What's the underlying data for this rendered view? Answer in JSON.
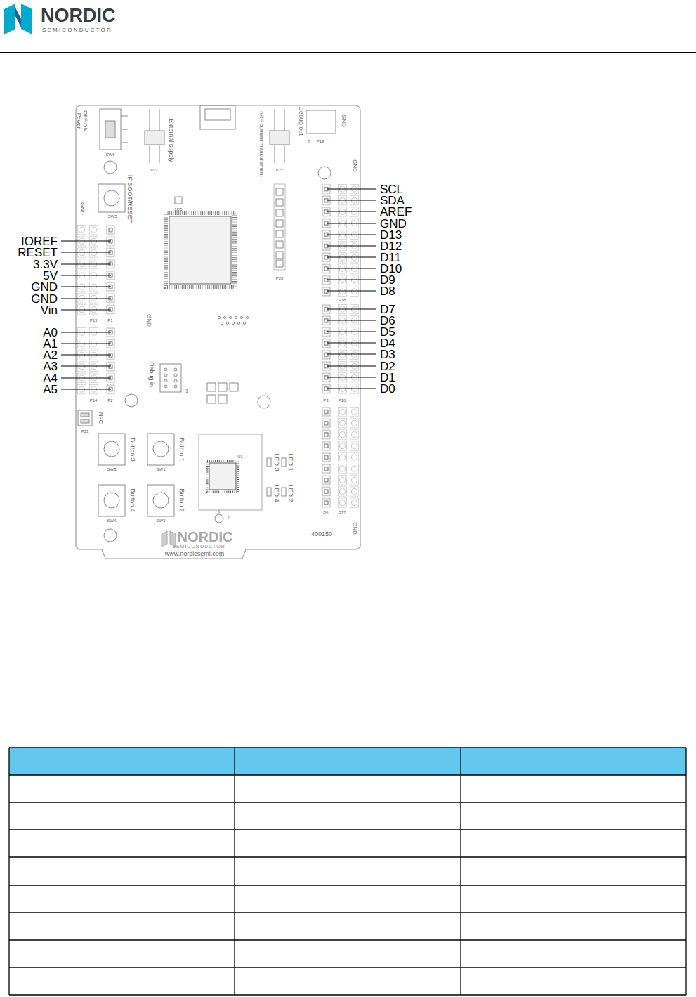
{
  "diagram": {
    "labels": [
      "NORDIC",
      "SEMICONDUCTOR",
      "SCL",
      "SDA",
      "AREF",
      "GND",
      "D13",
      "D12",
      "D11",
      "D10",
      "D9",
      "D8",
      "D7",
      "D6",
      "D5",
      "D4",
      "D3",
      "D2",
      "D1",
      "D0",
      "IOREF",
      "RESET",
      "3.3V",
      "5V",
      "GND",
      "GND",
      "Vin",
      "A0",
      "A1",
      "A2",
      "A3",
      "A4",
      "A5",
      "OFF ON",
      "Power",
      "SW6",
      "External supply",
      "P21",
      "nRF current measurement",
      "P22",
      "Debug out",
      "1",
      "P19",
      "GND",
      "IF BOOT/RESET",
      "SW5",
      "LD5",
      "GND",
      "GND",
      "P20",
      "P1",
      "P13",
      "P18",
      "GND",
      "Debug in",
      "1",
      "P2",
      "P14",
      "P3",
      "P16",
      "NFC",
      "P23",
      "Button 3",
      "Button 1",
      "U1",
      "LED 3",
      "LED 1",
      "SW3",
      "SW1",
      "Button 4",
      "Button 2",
      "LED 4",
      "LED 2",
      "P6",
      "P17",
      "GND",
      "SW4",
      "SW2",
      "J1",
      "400150",
      "NORDIC",
      "SEMICONDUCTOR",
      "www.nordicsemi.com"
    ]
  }
}
